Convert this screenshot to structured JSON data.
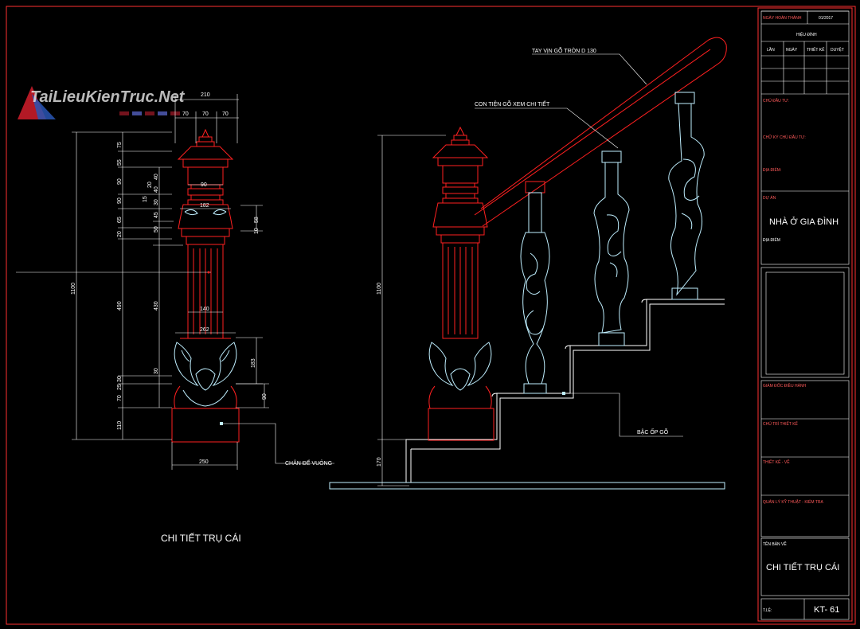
{
  "watermark": {
    "brand": "TaiLieuKienTruc.Net"
  },
  "colors": {
    "background": "#000000",
    "outline": "#ff2020",
    "detail": "#bfefff",
    "white": "#ffffff",
    "frame": "#ff3030"
  },
  "detail_post": {
    "title": "CHI TIẾT TRỤ CÁI",
    "base_label": "CHÂN ĐẾ VUÔNG",
    "top_dims": [
      "210",
      "70",
      "70",
      "70"
    ],
    "inner_dims": [
      "90",
      "182",
      "140",
      "262",
      "250"
    ],
    "left_dims": [
      "75",
      "55",
      "90",
      "90",
      "65",
      "20",
      "490",
      "30",
      "25",
      "70",
      "110"
    ],
    "mid_dims": [
      "15",
      "40",
      "40",
      "30",
      "45",
      "50",
      "430",
      "30",
      "20"
    ],
    "right_dims": [
      "58",
      "10",
      "183",
      "90"
    ],
    "total_height": "1100"
  },
  "stair": {
    "handrail_label": "TAY VịN GỖ TRÒN D 130",
    "baluster_label": "CON TIỆN GỖ XEM CHI TIẾT",
    "step_label": "BẬC ỐP GỖ",
    "height": "1100",
    "base_height": "170"
  },
  "title_block": {
    "date_label": "NGÀY HOÀN THÀNH",
    "date_value": "01/2017",
    "revision_header": "HIỆU ĐÍNH",
    "revision_cols": [
      "LẦN",
      "NGÀY",
      "THIẾT KẾ",
      "DUYỆT"
    ],
    "investor": "CHỦ ĐẦU TƯ:",
    "investor_sign": "CHỮ KÝ CHỦ ĐẦU TƯ:",
    "location": "ĐỊA ĐIỂM:",
    "project_label": "DỰ ÁN",
    "project_name": "NHÀ Ở GIA ĐÌNH",
    "project_location": "ĐỊA ĐIỂM",
    "director": "GIÁM ĐỐC ĐIỀU HÀNH",
    "lead_designer": "CHỦ TRÌ THIẾT KẾ",
    "designer": "THIẾT KẾ - VẼ",
    "qa": "QUẢN LÝ KỸ THUẬT - KIỂM TRA",
    "sheet_label": "TÊN BẢN VẼ",
    "sheet_name": "CHI TIẾT TRỤ CÁI",
    "scale_label": "T.LỆ:",
    "sheet_no": "KT- 61"
  }
}
